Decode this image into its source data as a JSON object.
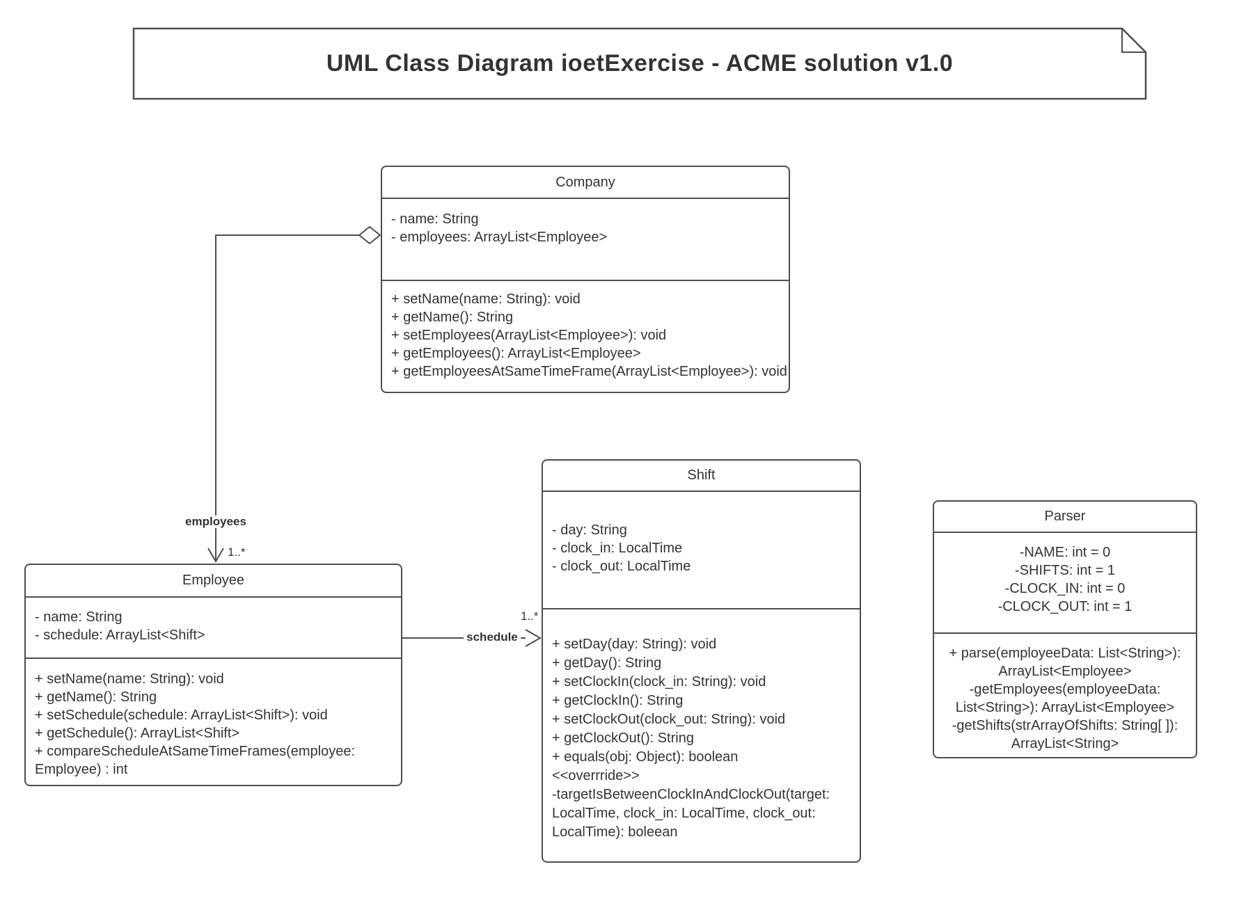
{
  "diagram_title": "UML Class Diagram ioetExercise - ACME solution v1.0",
  "colors": {
    "stroke": "#4d4d4d",
    "text": "#333333",
    "background": "#ffffff"
  },
  "classes": {
    "company": {
      "name": "Company",
      "attributes": [
        "- name: String",
        "- employees: ArrayList<Employee>"
      ],
      "methods": [
        "+ setName(name: String): void",
        "+ getName(): String",
        "+ setEmployees(ArrayList<Employee>): void",
        "+ getEmployees(): ArrayList<Employee>",
        "+ getEmployeesAtSameTimeFrame(ArrayList<Employee>): void"
      ]
    },
    "employee": {
      "name": "Employee",
      "attributes": [
        "- name: String",
        "- schedule: ArrayList<Shift>"
      ],
      "methods": [
        "+ setName(name: String): void",
        "+ getName(): String",
        "+ setSchedule(schedule: ArrayList<Shift>): void",
        "+ getSchedule(): ArrayList<Shift>",
        "+ compareScheduleAtSameTimeFrames(employee:",
        "Employee) : int"
      ]
    },
    "shift": {
      "name": "Shift",
      "attributes": [
        "- day: String",
        "- clock_in: LocalTime",
        "- clock_out: LocalTime"
      ],
      "methods": [
        "+ setDay(day: String): void",
        "+ getDay(): String",
        "+ setClockIn(clock_in: String): void",
        "+ getClockIn(): String",
        "+ setClockOut(clock_out: String): void",
        "+ getClockOut(): String",
        "+ equals(obj: Object): boolean",
        "<<overrride>>",
        "-targetIsBetweenClockInAndClockOut(target:",
        "LocalTime, clock_in: LocalTime, clock_out:",
        "LocalTime): boleean"
      ]
    },
    "parser": {
      "name": "Parser",
      "attributes": [
        "-NAME: int = 0",
        "-SHIFTS: int = 1",
        "-CLOCK_IN: int = 0",
        "-CLOCK_OUT: int = 1"
      ],
      "methods": [
        "+ parse(employeeData: List<String>):",
        "ArrayList<Employee>",
        "-getEmployees(employeeData:",
        "List<String>): ArrayList<Employee>",
        "-getShifts(strArrayOfShifts: String[ ]):",
        "ArrayList<String>"
      ]
    }
  },
  "relationships": {
    "company_employee": {
      "from": "Company",
      "to": "Employee",
      "type": "aggregation",
      "label": "employees",
      "multiplicity": "1..*"
    },
    "employee_shift": {
      "from": "Employee",
      "to": "Shift",
      "type": "association",
      "label": "schedule",
      "multiplicity": "1..*"
    }
  }
}
